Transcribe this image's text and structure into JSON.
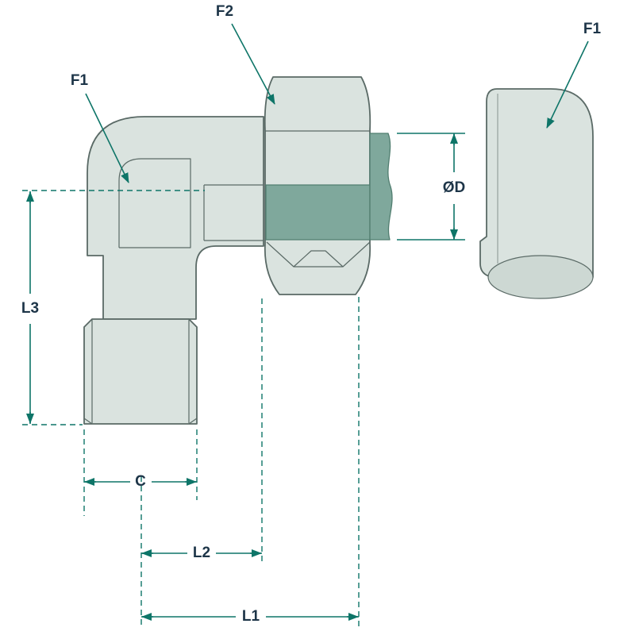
{
  "diagram": {
    "type": "technical-drawing",
    "description": "90-degree elbow compression fitting with swivel nut: sectioned side view and end view",
    "labels": {
      "f1_left": "F1",
      "f2": "F2",
      "f1_right": "F1"
    },
    "dimensions": {
      "l1": "L1",
      "l2": "L2",
      "l3": "L3",
      "c": "C",
      "od": "ØD"
    },
    "colors": {
      "accent": "#0E7568",
      "text": "#1D3548",
      "body_fill": "#DAE3DF",
      "line": "#5A6A66",
      "cut_fill": "#7FA89C",
      "cut_line": "#517E70",
      "shade_fill": "#CDD8D3",
      "background": "#FFFFFF"
    }
  }
}
